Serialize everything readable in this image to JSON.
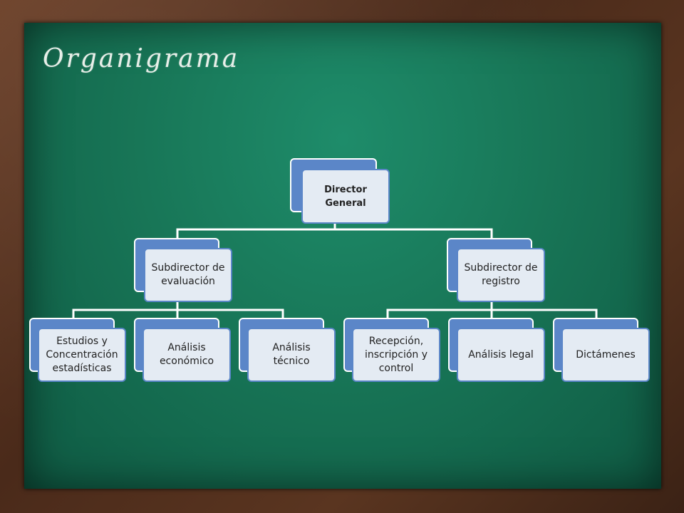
{
  "title": "Organigrama",
  "colors": {
    "board": "#187657",
    "frame": "#5a3520",
    "node_back": "#5b86c8",
    "node_front": "#e4ebf3",
    "connector": "#ffffff"
  },
  "org": {
    "director": "Director General",
    "sub_eval": "Subdirector de evaluación",
    "sub_reg": "Subdirector de registro",
    "estudios": "Estudios y Concentración estadísticas",
    "analisis_econ": "Análisis económico",
    "analisis_tec": "Análisis técnico",
    "recepcion": "Recepción, inscripción y control",
    "analisis_legal": "Análisis legal",
    "dictamenes": "Dictámenes"
  }
}
